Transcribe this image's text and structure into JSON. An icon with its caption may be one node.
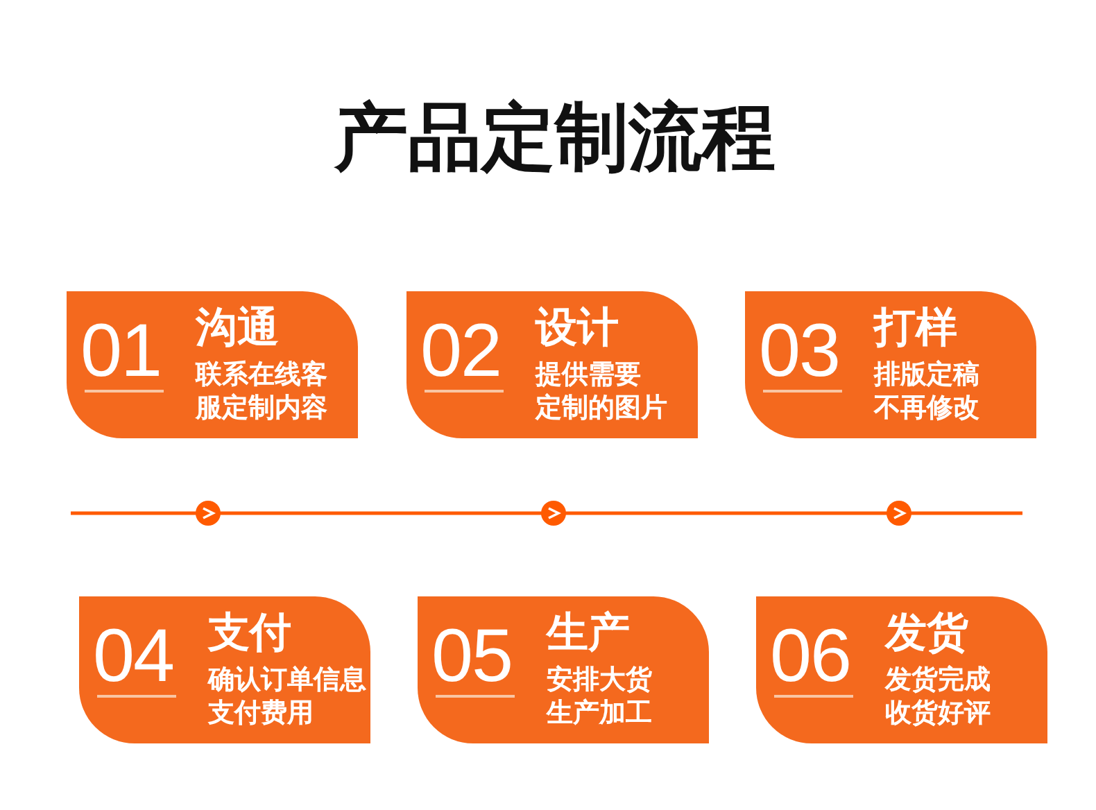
{
  "diagram": {
    "title": "产品定制流程",
    "nodes": [
      {
        "text": [
          "01",
          "沟通",
          "联系在线客服定制内容"
        ]
      },
      {
        "text": [
          "02",
          "设计",
          "提供需要定制的图片"
        ]
      },
      {
        "text": [
          "03",
          "打样",
          "排版定稿不再修改"
        ]
      },
      {
        "text": [
          "04",
          "支付",
          "确认订单信息支付费用"
        ]
      },
      {
        "text": [
          "05",
          "生产",
          "安排大货生产加工"
        ]
      },
      {
        "text": [
          "06",
          "发货",
          "发货完成收货好评"
        ]
      }
    ]
  }
}
